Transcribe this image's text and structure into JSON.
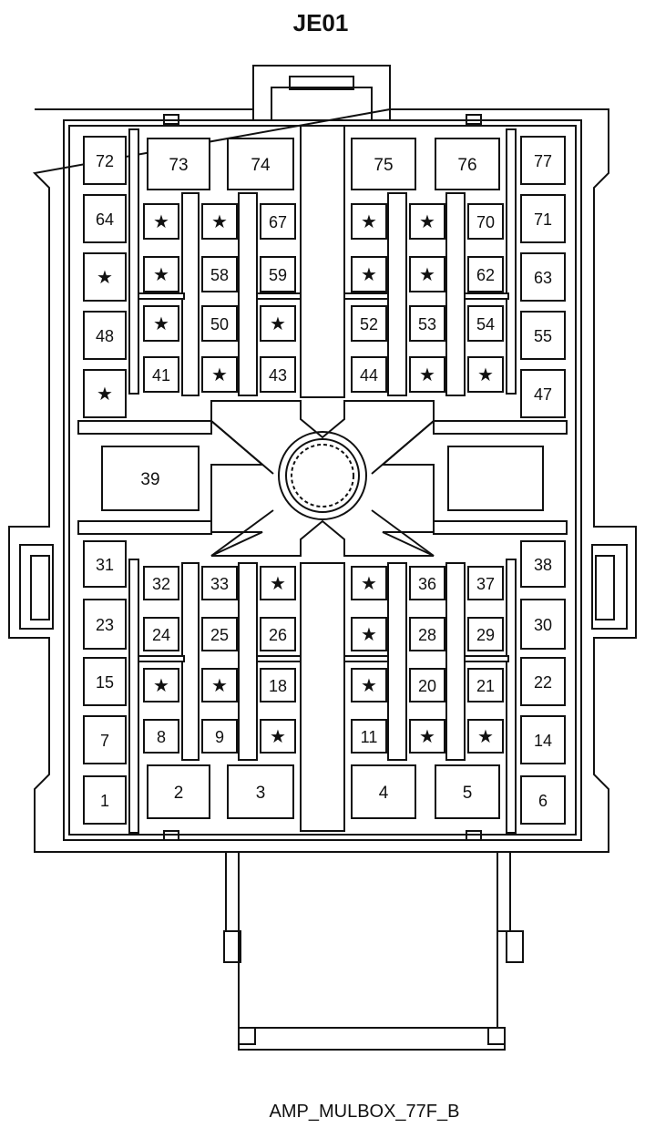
{
  "title": "JE01",
  "part_code": "AMP_MULBOX_77F_B",
  "pins": {
    "72": "72",
    "73": "73",
    "74": "74",
    "75": "75",
    "76": "76",
    "77": "77",
    "64": "64",
    "67": "67",
    "70": "70",
    "71": "71",
    "58": "58",
    "59": "59",
    "62": "62",
    "63": "63",
    "48": "48",
    "50": "50",
    "52": "52",
    "53": "53",
    "54": "54",
    "55": "55",
    "41": "41",
    "43": "43",
    "44": "44",
    "47": "47",
    "39": "39",
    "31": "31",
    "32": "32",
    "33": "33",
    "36": "36",
    "37": "37",
    "38": "38",
    "23": "23",
    "24": "24",
    "25": "25",
    "26": "26",
    "28": "28",
    "29": "29",
    "30": "30",
    "15": "15",
    "18": "18",
    "20": "20",
    "21": "21",
    "22": "22",
    "7": "7",
    "8": "8",
    "9": "9",
    "11": "11",
    "14": "14",
    "1": "1",
    "2": "2",
    "3": "3",
    "4": "4",
    "5": "5",
    "6": "6"
  },
  "unused_marker": "★"
}
